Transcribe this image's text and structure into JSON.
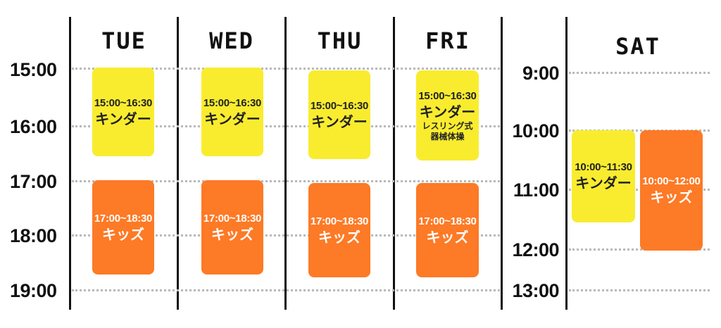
{
  "days": [
    "TUE",
    "WED",
    "THU",
    "FRI",
    "SAT"
  ],
  "weekday_times": [
    "15:00",
    "16:00",
    "17:00",
    "18:00",
    "19:00"
  ],
  "saturday_times": [
    "9:00",
    "10:00",
    "11:00",
    "12:00",
    "13:00"
  ],
  "blocks": {
    "tue_kinder": {
      "time": "15:00~16:30",
      "name": "キンダー"
    },
    "tue_kids": {
      "time": "17:00~18:30",
      "name": "キッズ"
    },
    "wed_kinder": {
      "time": "15:00~16:30",
      "name": "キンダー"
    },
    "wed_kids": {
      "time": "17:00~18:30",
      "name": "キッズ"
    },
    "thu_kinder": {
      "time": "15:00~16:30",
      "name": "キンダー"
    },
    "thu_kids": {
      "time": "17:00~18:30",
      "name": "キッズ"
    },
    "fri_kinder": {
      "time": "15:00~16:30",
      "name": "キンダー",
      "sub1": "レスリング式",
      "sub2": "器械体操"
    },
    "fri_kids": {
      "time": "17:00~18:30",
      "name": "キッズ"
    },
    "sat_kinder": {
      "time": "10:00~11:30",
      "name": "キンダー"
    },
    "sat_kids": {
      "time": "10:00~12:00",
      "name": "キッズ"
    }
  },
  "colors": {
    "kinder": "#f9ec2f",
    "kids": "#fd7a26"
  }
}
